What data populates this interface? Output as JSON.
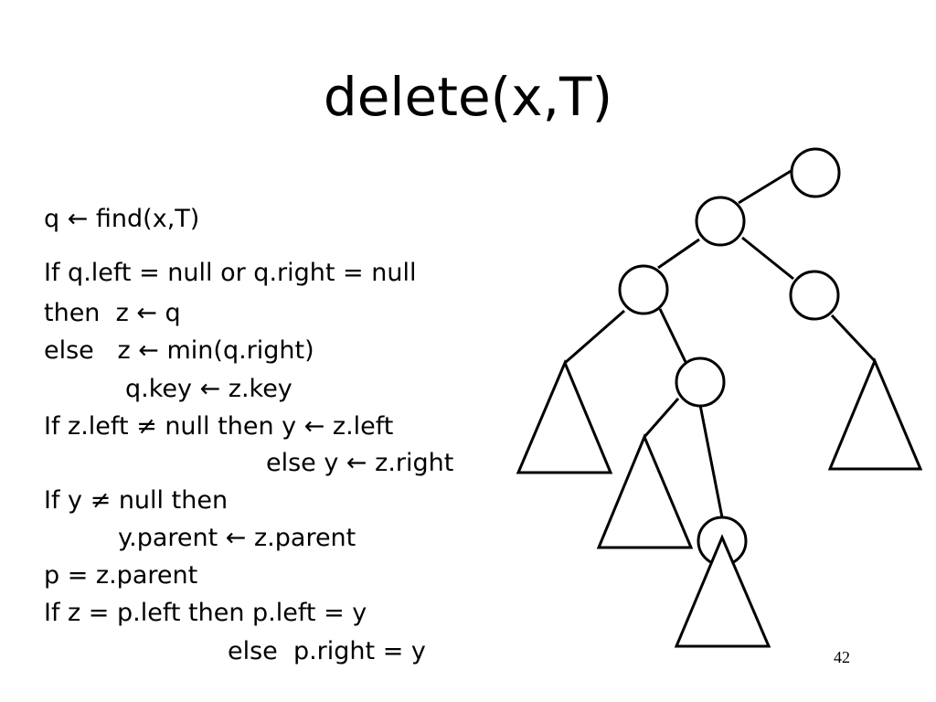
{
  "slide": {
    "title": "delete(x,T)",
    "page_number": "42"
  },
  "code": {
    "line1": "q ← find(x,T)",
    "line2": "If q.left = null or q.right = null",
    "line3": "then  z ← q",
    "line4": "else   z ← min(q.right)",
    "line5": "q.key ← z.key",
    "line6": "If z.left ≠ null then y ← z.left",
    "line7": "else y ← z.right",
    "line8": "If y ≠ null then",
    "line9": "y.parent ← z.parent",
    "line10": "p = z.parent",
    "line11": "If z = p.left then p.left = y",
    "line12": "else  p.right = y"
  }
}
